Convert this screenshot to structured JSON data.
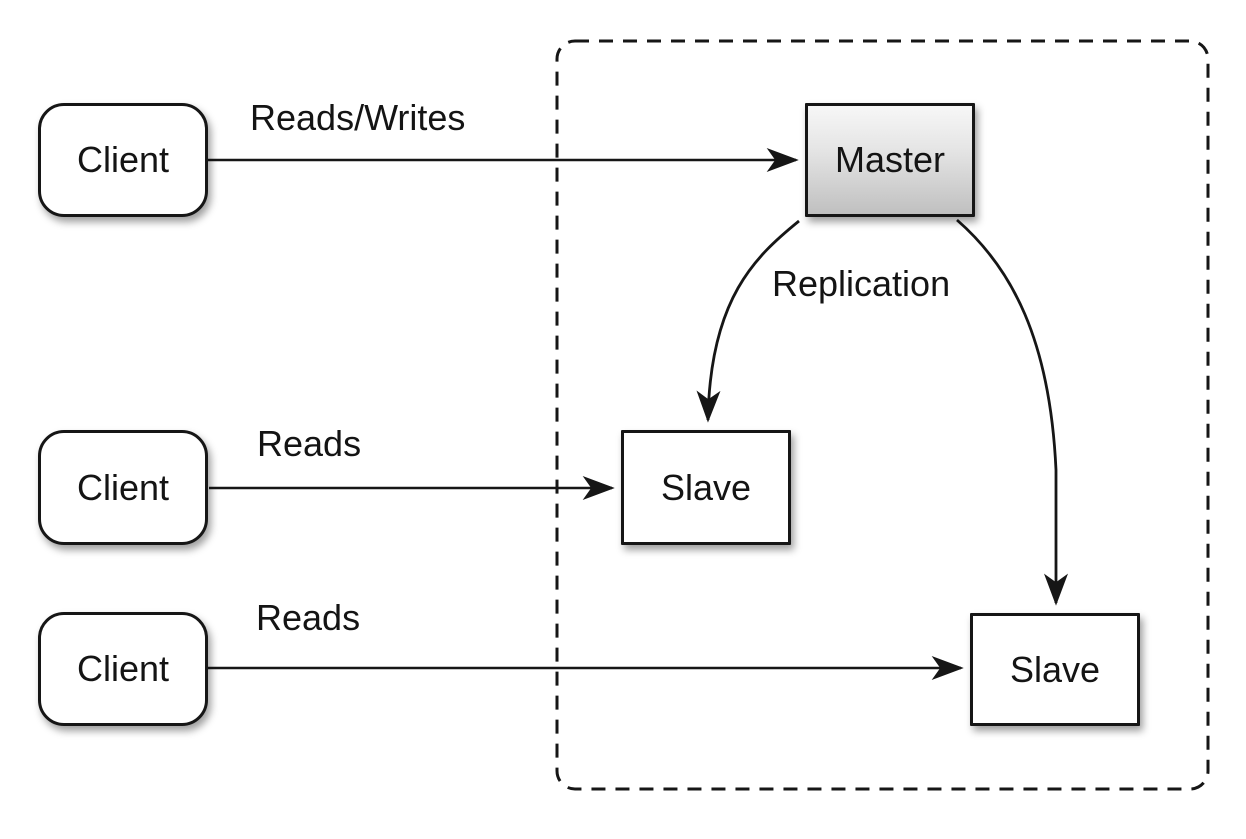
{
  "diagram": {
    "nodes": {
      "client_top": {
        "label": "Client"
      },
      "client_middle": {
        "label": "Client"
      },
      "client_bottom": {
        "label": "Client"
      },
      "master": {
        "label": "Master"
      },
      "slave_left": {
        "label": "Slave"
      },
      "slave_right": {
        "label": "Slave"
      }
    },
    "edges": {
      "client_top_to_master": {
        "label": "Reads/Writes"
      },
      "client_middle_to_slave_left": {
        "label": "Reads"
      },
      "client_bottom_to_slave_right": {
        "label": "Reads"
      },
      "master_to_slaves": {
        "label": "Replication"
      }
    },
    "colors": {
      "stroke": "#161616",
      "node_fill": "#ffffff",
      "master_fill_top": "#f7f7f7",
      "master_fill_bottom": "#c0c0c0",
      "background": "#ffffff"
    }
  }
}
